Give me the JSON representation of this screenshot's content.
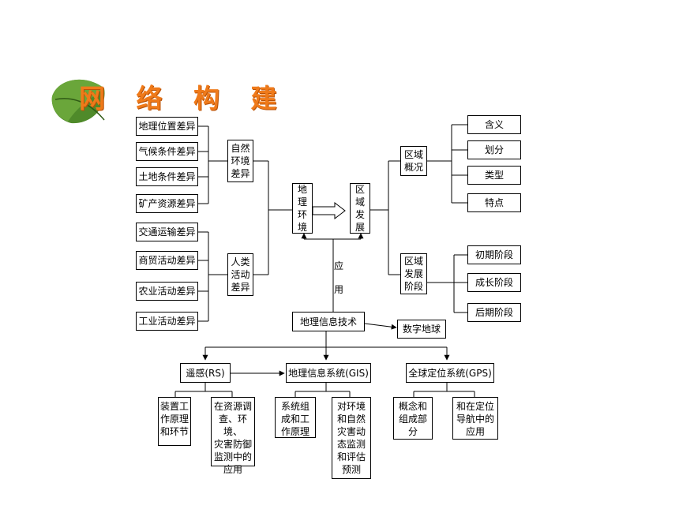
{
  "title": "网 络 构 建",
  "boxes": {
    "dili_weizhi": "地理位置差异",
    "qihou": "气候条件差异",
    "tudi": "土地条件差异",
    "kuangchan": "矿产资源差异",
    "jiaotong": "交通运输差异",
    "shangmao": "商贸活动差异",
    "nongye": "农业活动差异",
    "gongye": "工业活动差异",
    "ziran": "自然\n环境\n差异",
    "renlei": "人类\n活动\n差异",
    "dili_huanjing": "地\n理\n环\n境",
    "quyu_fazhan": "区\n域\n发\n展",
    "quyu_gaikuang": "区域\n概况",
    "quyu_jieduan": "区域\n发展\n阶段",
    "hanyi": "含义",
    "huafen": "划分",
    "leixing": "类型",
    "tedian": "特点",
    "chuqi": "初期阶段",
    "chengzhang": "成长阶段",
    "houqi": "后期阶段",
    "xinxi_jishu": "地理信息技术",
    "shuzi_diqiu": "数字地球",
    "rs": "遥感(RS)",
    "gis": "地理信息系统(GIS)",
    "gps": "全球定位系统(GPS)",
    "rs_a": "装置工\n作原理\n和环节",
    "rs_b": "在资源调\n查、环境、\n灾害防御\n监测中的\n应用",
    "gis_a": "系统组\n成和工\n作原理",
    "gis_b": "对环境\n和自然\n灾害动\n态监测\n和评估\n预测",
    "gps_a": "概念和\n组成部\n分",
    "gps_b": "和在定位\n导航中的\n应用"
  },
  "yingyong": "应\n用"
}
